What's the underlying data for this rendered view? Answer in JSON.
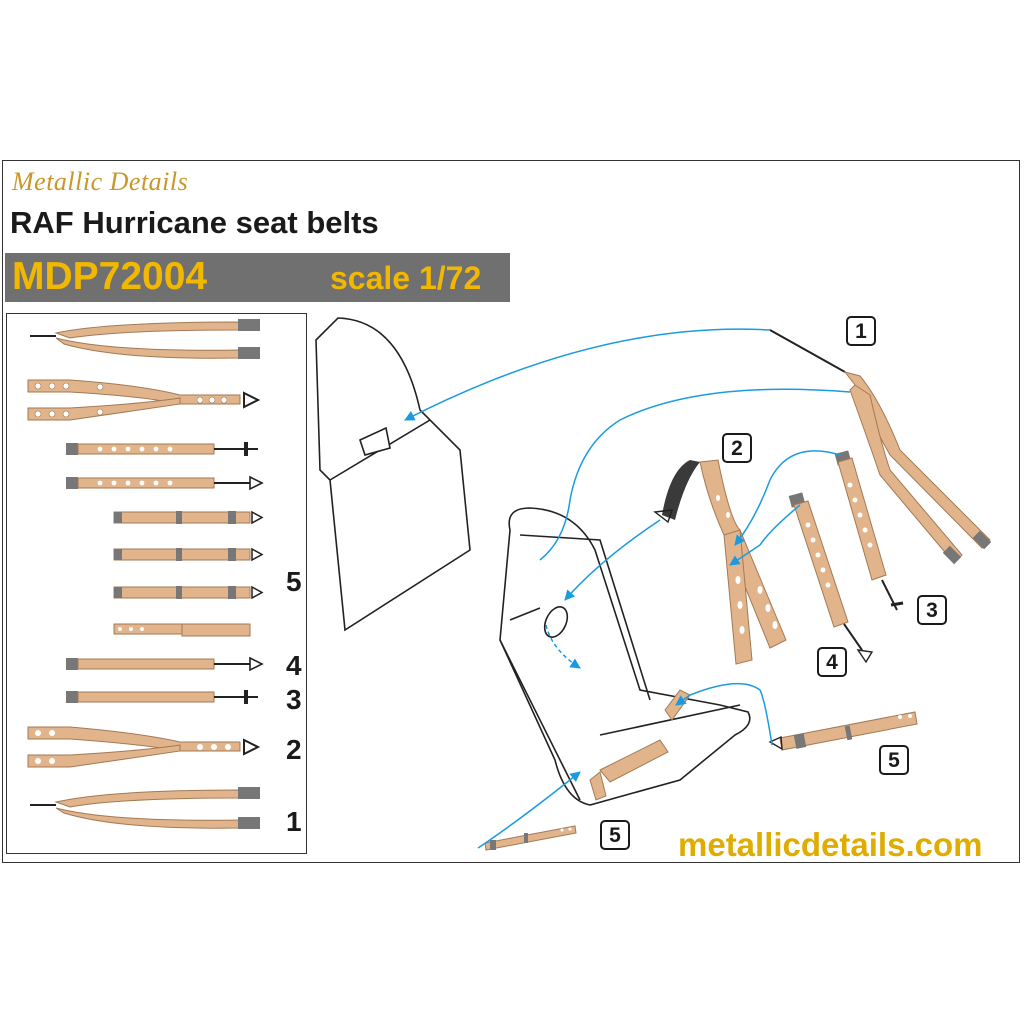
{
  "header": {
    "brand": "Metallic Details",
    "title": "RAF Hurricane seat belts",
    "product_code": "MDP72004",
    "scale": "scale 1/72"
  },
  "parts_panel": {
    "labels": {
      "p5": "5",
      "p4": "4",
      "p3": "3",
      "p2": "2",
      "p1": "1"
    }
  },
  "callouts": {
    "c1": "1",
    "c2": "2",
    "c3": "3",
    "c4": "4",
    "c5a": "5",
    "c5b": "5"
  },
  "footer": {
    "website": "metallicdetails.com"
  },
  "colors": {
    "strap": "#e2b48b",
    "strap_edge": "#a27a56",
    "buckle": "#777777",
    "arrow": "#1a9be0",
    "header_bar": "#707070",
    "header_text": "#f2b800",
    "website": "#e0ac00"
  }
}
